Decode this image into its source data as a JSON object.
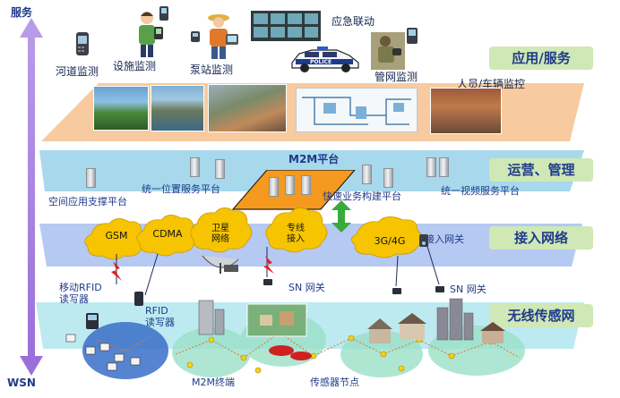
{
  "axis": {
    "top_label": "服务",
    "bottom_label": "WSN"
  },
  "layers": {
    "app": "应用/服务",
    "ops": "运营、管理",
    "access": "接入网络",
    "sensor": "无线传感网"
  },
  "app_items": {
    "river": "河道监测",
    "facility": "设施监测",
    "pump": "泵站监测",
    "emergency": "应急联动",
    "pipe": "管网监测",
    "person_vehicle": "人员/车辆监控",
    "police": "POLICE"
  },
  "platforms": {
    "m2m": "M2M平台",
    "spatial": "空间应用支撑平台",
    "location": "统一位置服务平台",
    "fast_biz": "快速业务构建平台",
    "video": "统一视频服务平台"
  },
  "networks": {
    "gsm": "GSM",
    "cdma": "CDMA",
    "satellite": "卫星\n网络",
    "leased": "专线\n接入",
    "g3g4": "3G/4G",
    "gateway": "接入网关"
  },
  "sensor_items": {
    "mobile_rfid": "移动RFID\n读写器",
    "rfid": "RFID\n读写器",
    "sn_gw1": "SN 网关",
    "sn_gw2": "SN 网关",
    "m2m_terminal": "M2M终端",
    "sensor_node": "传感器节点"
  },
  "colors": {
    "app_layer": "#f7c89a",
    "ops_layer": "#9fd4ea",
    "access_layer": "#a9bff0",
    "sensor_layer": "#a7e3ec",
    "axis": "#b38be6",
    "cloud": "#f6c400",
    "title_box": "#cfe8b5",
    "platform": "#f59a1e"
  }
}
